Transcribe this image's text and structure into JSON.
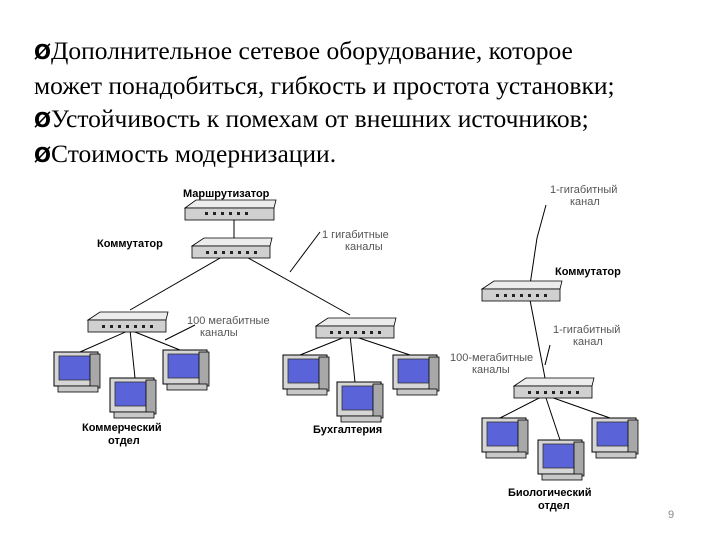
{
  "bullets": [
    {
      "text_line1": "Дополнительное сетевое оборудование, которое",
      "text_line2": "может понадобиться, гибкость и простота установки;"
    },
    {
      "text_line1": "Устойчивость к помехам от внешних источников;"
    },
    {
      "text_line1": "Стоимость модернизации."
    }
  ],
  "bullet_marker": "Ø",
  "diagram": {
    "router_label": "Маршрутизатор",
    "switch_left_label": "Коммутатор",
    "switch_right_label": "Коммутатор",
    "gigabit_labels_1": "1 гигабитные",
    "gigabit_labels_2": "каналы",
    "gigabit_top_1": "1-гигабитный",
    "gigabit_top_2": "канал",
    "gigabit_mid_1": "1-гигабитный",
    "gigabit_mid_2": "канал",
    "mega_left_1": "100 мегабитные",
    "mega_left_2": "каналы",
    "mega_right_1": "100-мегабитные",
    "mega_right_2": "каналы",
    "dept_commercial_1": "Коммерческий",
    "dept_commercial_2": "отдел",
    "dept_accounting": "Бухгалтерия",
    "dept_biology_1": "Биологический",
    "dept_biology_2": "отдел"
  },
  "page_number": "9",
  "colors": {
    "screen": "#5b63d8",
    "device": "#d9d9d9",
    "line": "#000000"
  }
}
